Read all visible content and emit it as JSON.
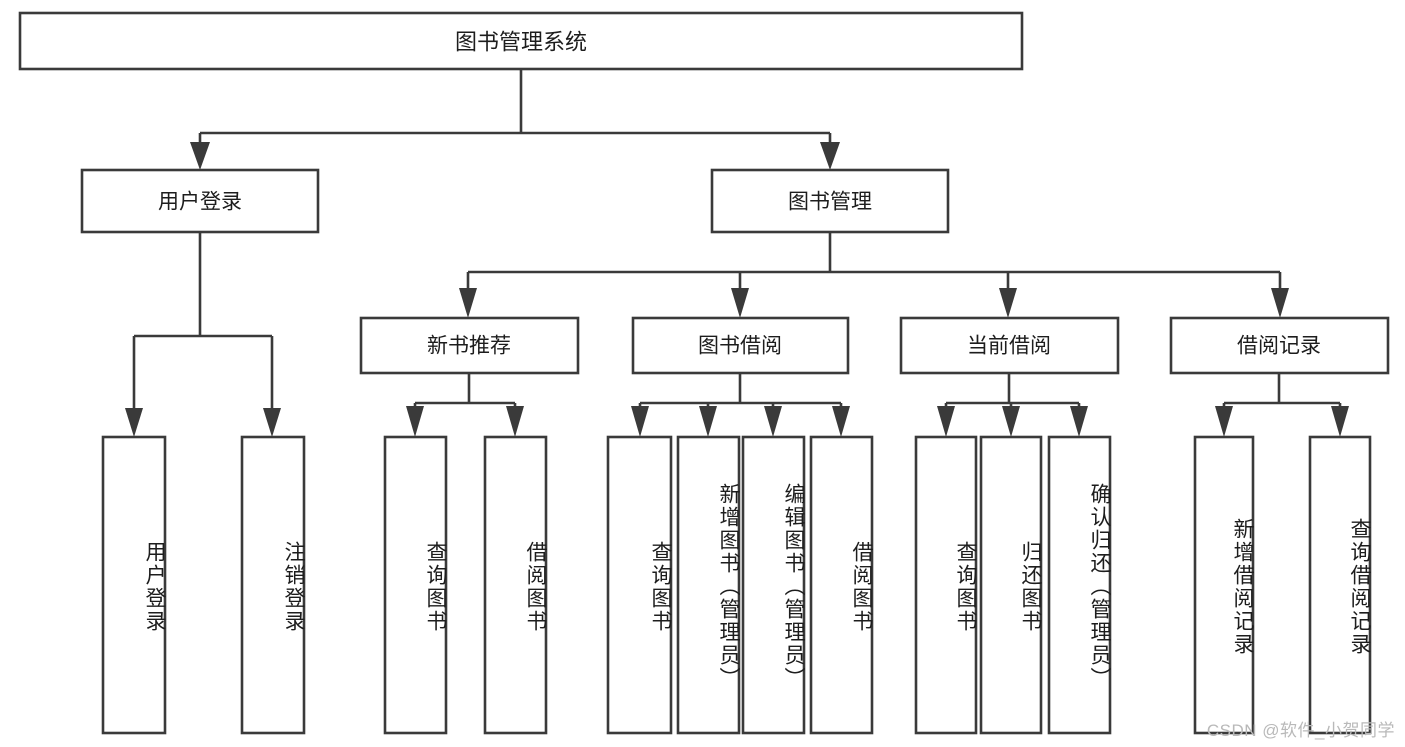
{
  "diagram": {
    "type": "tree-hierarchy-flowchart",
    "title_text": "图书管理系统",
    "orientation": "top-down",
    "box_fill": "#ffffff",
    "box_stroke": "#3a3a3a",
    "text_color": "#1d1d1d"
  },
  "root": {
    "label": "图书管理系统"
  },
  "level2": [
    {
      "label": "用户登录"
    },
    {
      "label": "图书管理"
    }
  ],
  "level3": [
    {
      "label": "新书推荐"
    },
    {
      "label": "图书借阅"
    },
    {
      "label": "当前借阅"
    },
    {
      "label": "借阅记录"
    }
  ],
  "leaves": {
    "user_login": [
      {
        "label": "用户登录"
      },
      {
        "label": "注销登录"
      }
    ],
    "new_book_recommend": [
      {
        "label": "查询图书"
      },
      {
        "label": "借阅图书"
      }
    ],
    "book_borrow": [
      {
        "label": "查询图书"
      },
      {
        "label": "新增图书（管理员）"
      },
      {
        "label": "编辑图书（管理员）"
      },
      {
        "label": "借阅图书"
      }
    ],
    "current_borrow": [
      {
        "label": "查询图书"
      },
      {
        "label": "归还图书"
      },
      {
        "label": "确认归还（管理员）"
      }
    ],
    "borrow_record": [
      {
        "label": "新增借阅记录"
      },
      {
        "label": "查询借阅记录"
      }
    ]
  },
  "watermark": {
    "text": "CSDN @软件_小贺同学",
    "color": "#b9b9b9"
  }
}
